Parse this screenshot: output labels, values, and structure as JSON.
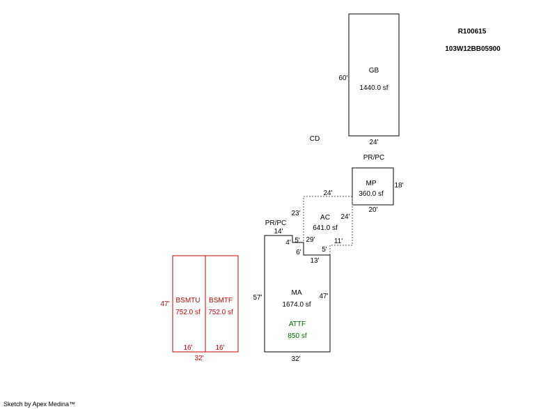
{
  "header": {
    "record_id": "R100615",
    "parcel_id": "103W12BB05900"
  },
  "footer": {
    "credit": "Sketch by Apex Medina™"
  },
  "colors": {
    "outline": "#000000",
    "basement": "#cc0000",
    "attic_label": "#006600"
  },
  "areas": {
    "gb": {
      "code": "GB",
      "area": "1440.0 sf",
      "dim_side": "60'",
      "dim_bottom": "24'"
    },
    "cd": {
      "code": "CD"
    },
    "mp": {
      "code": "MP",
      "area": "360.0 sf",
      "dim_side": "18'",
      "dim_bottom": "20'",
      "note": "PR/PC"
    },
    "ac": {
      "code": "AC",
      "area": "641.0 sf",
      "dim_top": "24'",
      "dim_left": "23'",
      "dim_right": "24'",
      "dim_step_right": "11'",
      "dim_inner_29": "29'",
      "dim_bottom_5": "5'",
      "dim_left_5": "5'",
      "dim_4": "4'",
      "dim_6": "6'",
      "dim_13": "13'"
    },
    "ma": {
      "code": "MA",
      "area": "1674.0 sf",
      "dim_left": "57'",
      "dim_right": "47'",
      "dim_top": "14'",
      "dim_bottom": "32'",
      "note": "PR/PC"
    },
    "attf": {
      "code": "ATTF",
      "area": "850 sf"
    },
    "bsmtu": {
      "code": "BSMTU",
      "area": "752.0 sf",
      "dim_left": "47'",
      "dim_bottom": "16'"
    },
    "bsmtf": {
      "code": "BSMTF",
      "area": "752.0 sf",
      "dim_bottom": "16'",
      "dim_total": "32'"
    }
  }
}
